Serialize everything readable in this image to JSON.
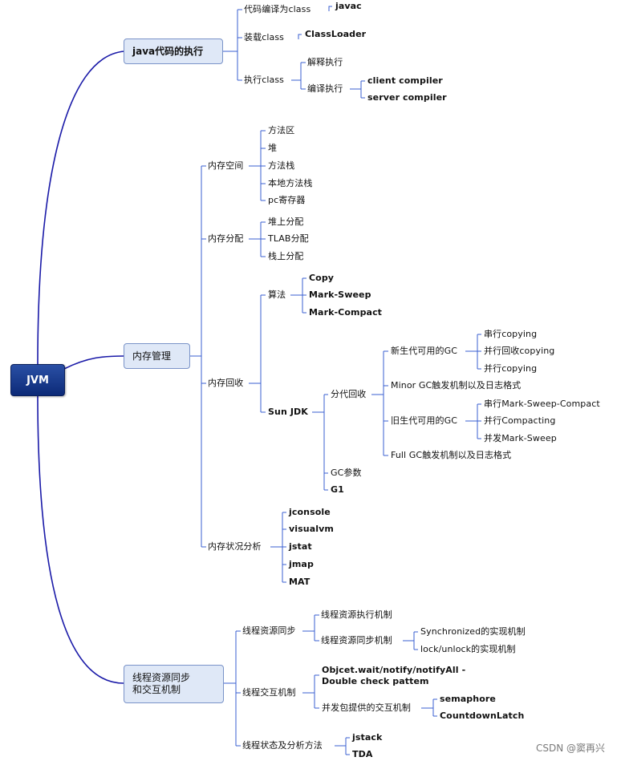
{
  "root": "JVM",
  "branches": {
    "exec": {
      "label": "java代码的执行",
      "compile": "代码编译为class",
      "javac": "javac",
      "load": "装载class",
      "classloader": "ClassLoader",
      "run": "执行class",
      "interpret": "解释执行",
      "compiled": "编译执行",
      "client": "client compiler",
      "server": "server compiler"
    },
    "memory": {
      "label": "内存管理",
      "space": {
        "label": "内存空间",
        "items": [
          "方法区",
          "堆",
          "方法栈",
          "本地方法栈",
          "pc寄存器"
        ]
      },
      "alloc": {
        "label": "内存分配",
        "items": [
          "堆上分配",
          "TLAB分配",
          "栈上分配"
        ]
      },
      "gc": {
        "label": "内存回收",
        "algo": "算法",
        "algo_items": [
          "Copy",
          "Mark-Sweep",
          "Mark-Compact"
        ],
        "sunjdk": "Sun JDK",
        "generational": "分代回收",
        "young": "新生代可用的GC",
        "young_items": [
          "串行copying",
          "并行回收copying",
          "并行copying"
        ],
        "minor": "Minor GC触发机制以及日志格式",
        "old": "旧生代可用的GC",
        "old_items": [
          "串行Mark-Sweep-Compact",
          "并行Compacting",
          "并发Mark-Sweep"
        ],
        "full": "Full GC触发机制以及日志格式",
        "params": "GC参数",
        "g1": "G1"
      },
      "tools": {
        "label": "内存状况分析",
        "items": [
          "jconsole",
          "visualvm",
          "jstat",
          "jmap",
          "MAT"
        ]
      }
    },
    "thread": {
      "label_line1": "线程资源同步",
      "label_line2": "和交互机制",
      "sync": "线程资源同步",
      "sync_exec": "线程资源执行机制",
      "sync_mech": "线程资源同步机制",
      "synchronized": "Synchronized的实现机制",
      "lock": "lock/unlock的实现机制",
      "interact": "线程交互机制",
      "wait_line1": "Objcet.wait/notify/notifyAll -",
      "wait_line2": "Double check pattem",
      "concurrent": "并发包提供的交互机制",
      "semaphore": "semaphore",
      "countdown": "CountdownLatch",
      "state": "线程状态及分析方法",
      "jstack": "jstack",
      "tda": "TDA"
    }
  },
  "watermark": "CSDN @窦再兴",
  "colors": {
    "root_fill": "#1a3c8f",
    "box_fill": "#dfe8f7",
    "box_border": "#7a93c8",
    "main_connector": "#1a1aa8",
    "sub_connector": "#3a5fd0"
  }
}
